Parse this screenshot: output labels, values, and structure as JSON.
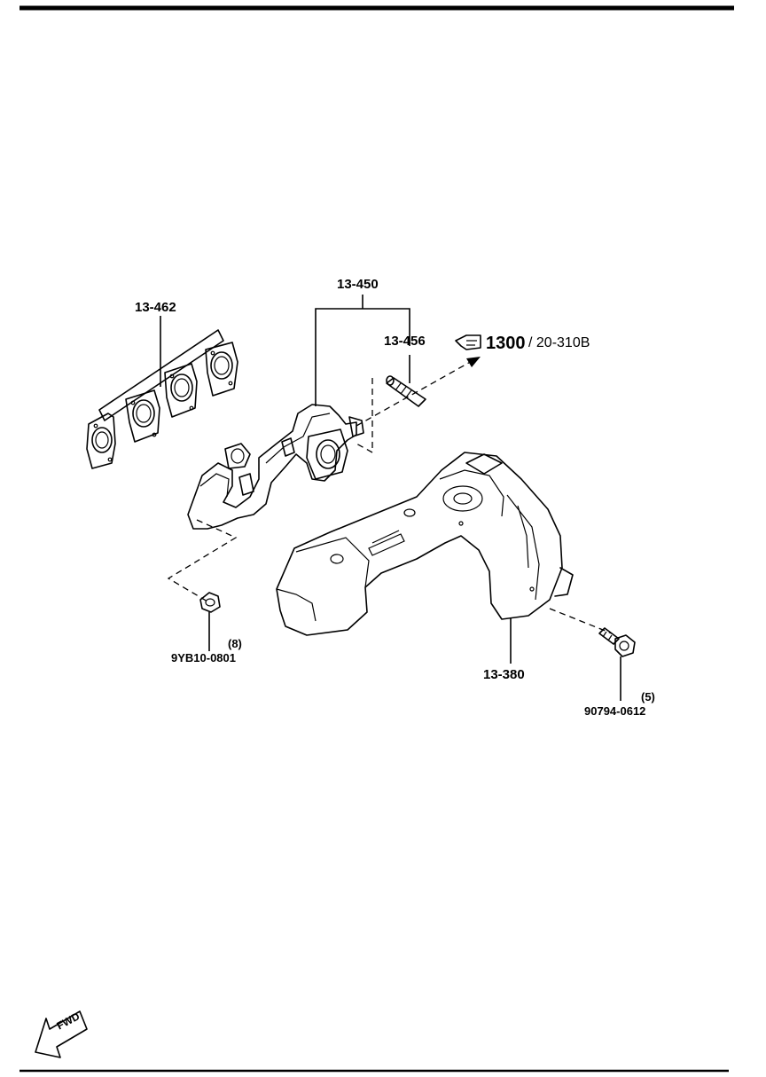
{
  "labels": {
    "gasket": "13-462",
    "manifold": "13-450",
    "stud": "13-456",
    "reference_number": "1300",
    "reference_page": "/ 20-310B",
    "heat_insulator": "13-380",
    "nut_qty": "(8)",
    "nut_part": "9YB10-0801",
    "bolt_qty": "(5)",
    "bolt_part": "90794-0612",
    "fwd": "FWD"
  },
  "icons": {
    "reference": "pointing-hand-icon",
    "direction": "fwd-arrow-icon"
  }
}
